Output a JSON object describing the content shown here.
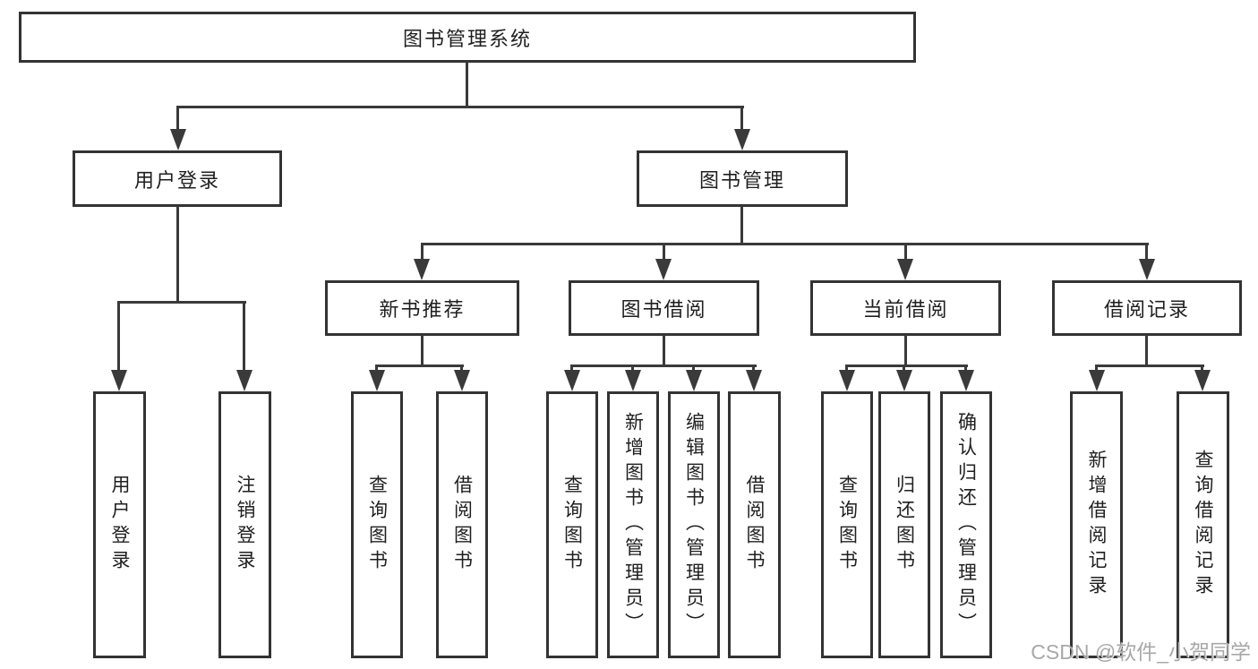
{
  "nodes": {
    "root": {
      "label": "图书管理系统"
    },
    "user_login": {
      "label": "用户登录"
    },
    "book_mgmt": {
      "label": "图书管理"
    },
    "new_book_rec": {
      "label": "新书推荐"
    },
    "book_borrow": {
      "label": "图书借阅"
    },
    "current_borrow": {
      "label": "当前借阅"
    },
    "borrow_records": {
      "label": "借阅记录"
    },
    "leaves": [
      {
        "label": "用户登录"
      },
      {
        "label": "注销登录"
      },
      {
        "label": "查询图书"
      },
      {
        "label": "借阅图书"
      },
      {
        "label": "查询图书"
      },
      {
        "label": "新增图书（管理员）"
      },
      {
        "label": "编辑图书（管理员）"
      },
      {
        "label": "借阅图书"
      },
      {
        "label": "查询图书"
      },
      {
        "label": "归还图书"
      },
      {
        "label": "确认归还（管理员）"
      },
      {
        "label": "新增借阅记录"
      },
      {
        "label": "查询借阅记录"
      }
    ]
  },
  "watermark": {
    "text": "CSDN @软件_小贺同学"
  },
  "colors": {
    "line": "#3a3a3a",
    "box_border": "#333333",
    "text": "#1f1f1f",
    "watermark_text": "#a8a8a8",
    "background": "#ffffff"
  }
}
